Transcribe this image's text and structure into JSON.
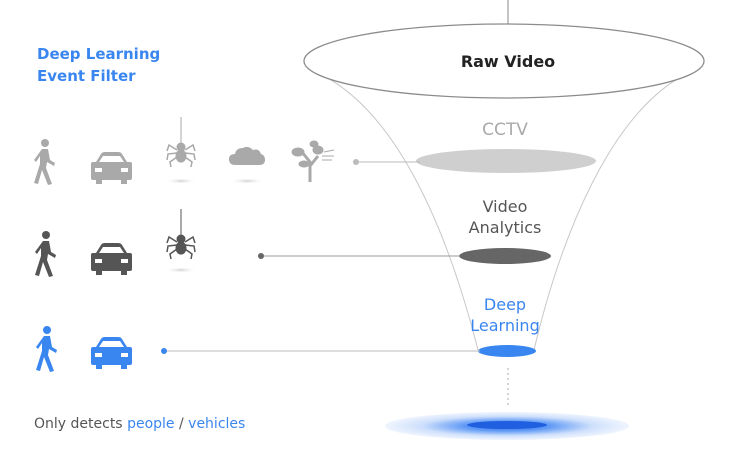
{
  "title": {
    "line1": "Deep Learning",
    "line2": "Event Filter"
  },
  "funnel": {
    "raw": "Raw Video",
    "cctv": "CCTV",
    "video_analytics_1": "Video",
    "video_analytics_2": "Analytics",
    "deep_learning_1": "Deep",
    "deep_learning_2": "Learning"
  },
  "footer": {
    "prefix": "Only detects ",
    "people": "people",
    "sep": " / ",
    "vehicles": "vehicles"
  },
  "colors": {
    "accent": "#3a86f0",
    "light_gray": "#a9a9a9",
    "dark_gray": "#555555"
  },
  "rows": [
    {
      "stage": "cctv",
      "icons": [
        "person-walking-icon",
        "car-icon",
        "spider-icon",
        "cloud-icon",
        "tree-wind-icon"
      ]
    },
    {
      "stage": "video-analytics",
      "icons": [
        "person-walking-icon",
        "car-icon",
        "spider-icon"
      ]
    },
    {
      "stage": "deep-learning",
      "icons": [
        "person-walking-icon",
        "car-icon"
      ]
    }
  ]
}
